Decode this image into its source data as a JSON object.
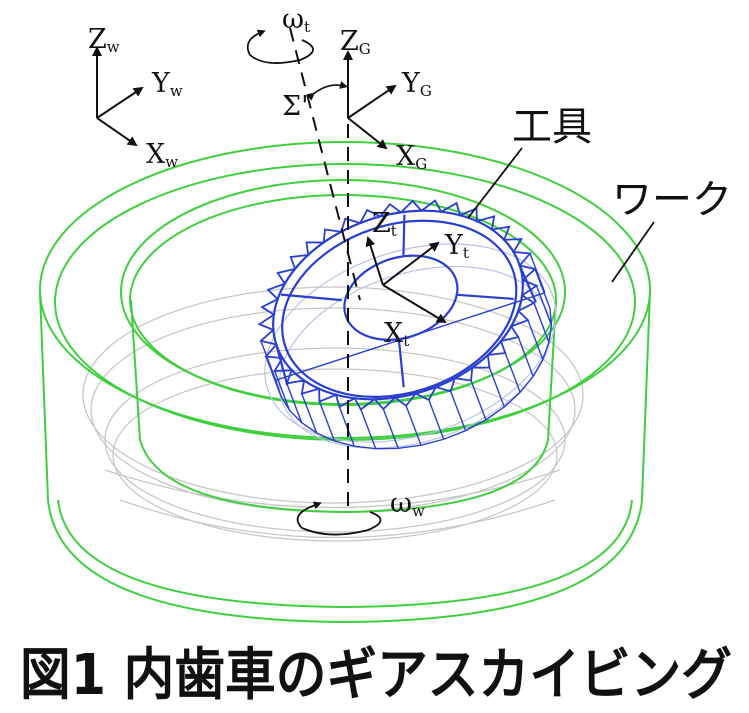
{
  "caption": "図1 内歯車のギアスカイビング",
  "labels": {
    "tool": "工具",
    "work": "ワーク",
    "sigma": "Σ'"
  },
  "frames": {
    "world": {
      "z": "Z",
      "y": "Y",
      "x": "X",
      "sub": "w"
    },
    "gear": {
      "z": "Z",
      "y": "Y",
      "x": "X",
      "sub": "G"
    },
    "tool": {
      "z": "Z",
      "y": "Y",
      "x": "X",
      "sub": "t"
    }
  },
  "rotations": {
    "tool": {
      "symbol": "ω",
      "sub": "t"
    },
    "work": {
      "symbol": "ω",
      "sub": "w"
    }
  },
  "colors": {
    "work_outline": "#3fcf3f",
    "work_hidden": "#c8c8c8",
    "tool_blue": "#2a3fd0",
    "tool_hidden": "#b9c2e6",
    "ink": "#111111"
  }
}
